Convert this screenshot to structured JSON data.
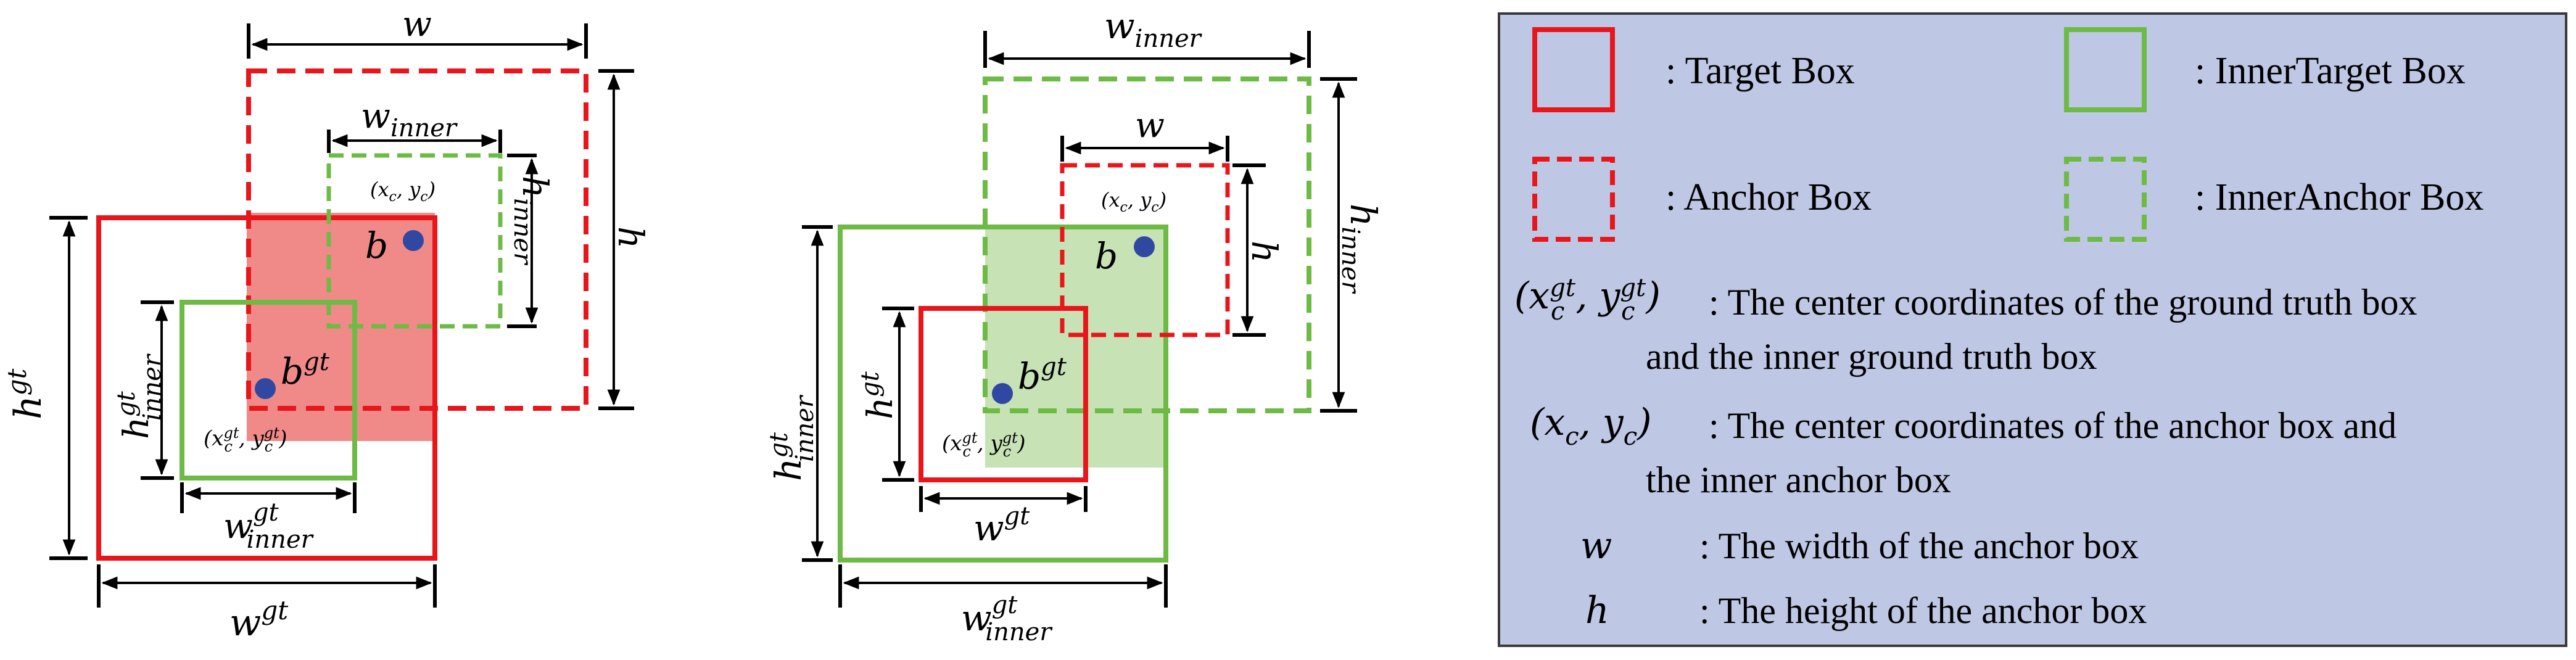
{
  "colors": {
    "target": "#e8161b",
    "anchor": "#e8161b",
    "inner": "#6dbb45",
    "target_fill": "#f08a88",
    "inner_fill": "#c7e2b5",
    "point": "#3148a2",
    "legend_bg": "#bec7e3",
    "legend_border": "#3a3a3a",
    "ink": "#000000"
  },
  "left_diagram": {
    "w": "w",
    "w_inner": "w",
    "w_inner_sub": "inner",
    "h": "h",
    "h_inner": "h",
    "h_inner_sub": "inner",
    "h_gt": "h",
    "h_gt_sup": "gt",
    "h_inner_gt": "h",
    "h_inner_gt_sup": "gt",
    "h_inner_gt_sub": "inner",
    "w_gt": "w",
    "w_gt_sup": "gt",
    "w_inner_gt": "w",
    "w_inner_gt_sup": "gt",
    "w_inner_gt_sub": "inner",
    "anchor_center": "(x",
    "anchor_center_sub1": "c",
    "anchor_center_mid": ", y",
    "anchor_center_sub2": "c",
    "anchor_center_end": ")",
    "gt_center": "(x",
    "gt_center_sub1": "c",
    "gt_center_sup1": "gt",
    "gt_center_mid": ", y",
    "gt_center_sub2": "c",
    "gt_center_sup2": "gt",
    "gt_center_end": ")",
    "b": "b",
    "b_gt": "b",
    "b_gt_sup": "gt"
  },
  "right_diagram": {
    "w_inner": "w",
    "w_inner_sub": "inner",
    "w": "w",
    "h": "h",
    "h_inner": "h",
    "h_inner_sub": "inner",
    "h_gt": "h",
    "h_gt_sup": "gt",
    "h_inner_gt": "h",
    "h_inner_gt_sup": "gt",
    "h_inner_gt_sub": "inner",
    "w_gt": "w",
    "w_gt_sup": "gt",
    "w_inner_gt": "w",
    "w_inner_gt_sup": "gt",
    "w_inner_gt_sub": "inner",
    "anchor_center": "(x",
    "anchor_center_sub1": "c",
    "anchor_center_mid": ", y",
    "anchor_center_sub2": "c",
    "anchor_center_end": ")",
    "gt_center": "(x",
    "gt_center_sub1": "c",
    "gt_center_sup1": "gt",
    "gt_center_mid": ", y",
    "gt_center_sub2": "c",
    "gt_center_sup2": "gt",
    "gt_center_end": ")",
    "b": "b",
    "b_gt": "b",
    "b_gt_sup": "gt"
  },
  "legend": {
    "target_box": ": Target Box",
    "inner_target_box": ": InnerTarget Box",
    "anchor_box": ": Anchor Box",
    "inner_anchor_box": ": InnerAnchor Box",
    "gt_center_symbol": "(x",
    "gt_center_symbol_sub1": "c",
    "gt_center_symbol_sup1": "gt",
    "gt_center_symbol_mid": ", y",
    "gt_center_symbol_sub2": "c",
    "gt_center_symbol_sup2": "gt",
    "gt_center_symbol_end": ")",
    "gt_center_desc_line1": ": The center coordinates of the ground truth box",
    "gt_center_desc_line2": "and the inner ground truth box",
    "anchor_center_symbol": "(x",
    "anchor_center_symbol_sub1": "c",
    "anchor_center_symbol_mid": ", y",
    "anchor_center_symbol_sub2": "c",
    "anchor_center_symbol_end": ")",
    "anchor_center_desc_line1": ": The center coordinates of the anchor box and",
    "anchor_center_desc_line2": "the inner anchor box",
    "w_symbol": "w",
    "w_desc": ": The width of the anchor box",
    "h_symbol": "h",
    "h_desc": ": The height of the anchor box"
  }
}
